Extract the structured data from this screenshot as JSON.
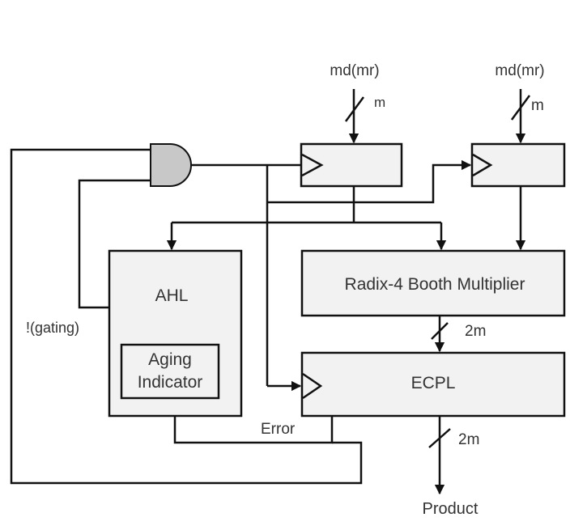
{
  "inputs": {
    "left": {
      "label": "md(mr)",
      "width_label": "m"
    },
    "right": {
      "label": "md(mr)",
      "width_label": "m"
    }
  },
  "blocks": {
    "ahl": {
      "label": "AHL"
    },
    "aging_indicator": {
      "line1": "Aging",
      "line2": "Indicator"
    },
    "booth": {
      "label": "Radix-4 Booth Multiplier"
    },
    "ecpl": {
      "label": "ECPL"
    }
  },
  "signals": {
    "gating": "!(gating)",
    "error": "Error",
    "booth_out_width": "2m",
    "product_width": "2m",
    "product": "Product"
  },
  "colors": {
    "gate_fill": "#c8c8c8",
    "line": "#111111",
    "box_fill": "#f2f2f2"
  }
}
